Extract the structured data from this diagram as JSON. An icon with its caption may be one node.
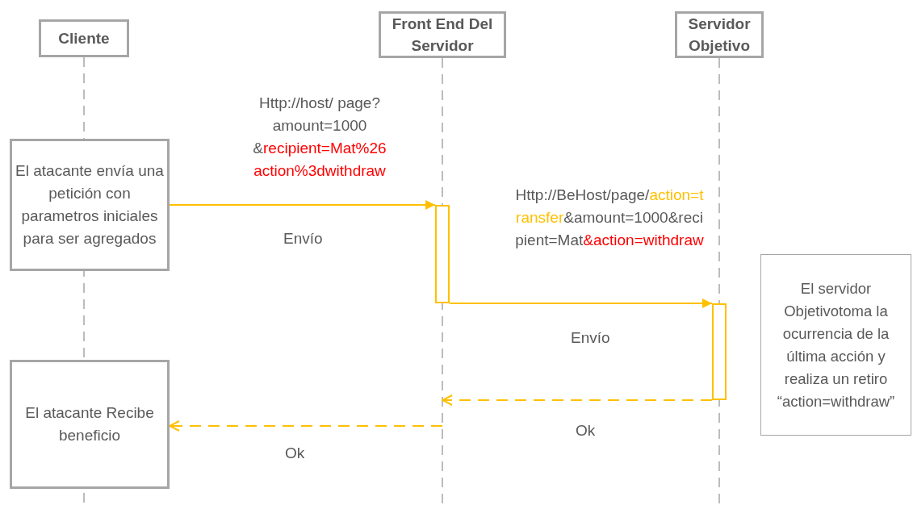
{
  "diagram": {
    "nodes": [
      {
        "text": [
          "Cliente"
        ]
      },
      {
        "text": [
          "Front End Del Servidor"
        ]
      },
      {
        "text": [
          "Servidor Objetivo"
        ]
      },
      {
        "text": [
          "El atacante envía una petición con parametros iniciales para ser agregados"
        ]
      },
      {
        "text": [],
        "shape": "bar"
      },
      {
        "text": [],
        "shape": "bar"
      },
      {
        "text": [
          "El servidor Objetivotoma la ocurrencia de la última acción y realiza un retiro “action=withdraw”"
        ]
      },
      {
        "text": [
          "El atacante Recibe beneficio"
        ]
      }
    ],
    "edges": [
      {
        "from": 3,
        "to": 4,
        "arrow": "to",
        "label": "Envío"
      },
      {
        "from": 4,
        "to": 5,
        "arrow": "to",
        "label": "Envío"
      },
      {
        "from": 5,
        "to": null,
        "arrow": "to",
        "label": "Ok",
        "style": "dashed"
      },
      {
        "from": null,
        "to": 7,
        "arrow": "to",
        "label": "Ok",
        "style": "dashed"
      }
    ],
    "labels": [
      "Http://host/ page?amount=1000 &",
      "recipient=Mat%26 action%3dwithdraw",
      "Http://BeHost/page/",
      "action=transfer",
      "&amount=1000&recipient=Mat",
      "&action=withdraw"
    ]
  }
}
